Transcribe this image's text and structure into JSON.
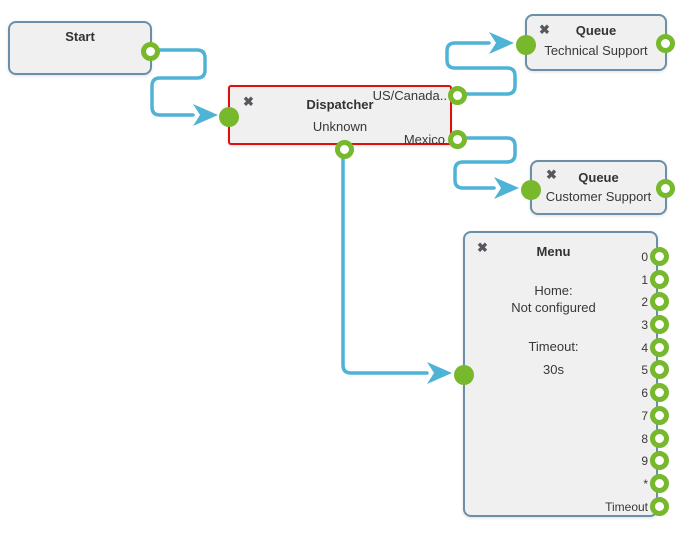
{
  "editor": {
    "kind": "call-flow-canvas"
  },
  "colors": {
    "port_green": "#77b82d",
    "connector_blue": "#4fb3d6",
    "node_border": "#6b8fa7",
    "node_fill": "#f0f0f0",
    "selected_border": "#dd1010"
  },
  "nodes": {
    "start": {
      "title": "Start"
    },
    "dispatcher": {
      "title": "Dispatcher",
      "subtitle": "Unknown",
      "delete_icon": "✖",
      "selected": true,
      "output_labels": {
        "us_canada": "US/Canada..",
        "mexico": "Mexico"
      }
    },
    "queue_technical": {
      "title": "Queue",
      "subtitle": "Technical Support",
      "delete_icon": "✖"
    },
    "queue_customer": {
      "title": "Queue",
      "subtitle": "Customer Support",
      "delete_icon": "✖"
    },
    "menu": {
      "title": "Menu",
      "delete_icon": "✖",
      "home_label": "Home:",
      "home_value": "Not configured",
      "timeout_label": "Timeout:",
      "timeout_value": "30s",
      "ports": [
        "0",
        "1",
        "2",
        "3",
        "4",
        "5",
        "6",
        "7",
        "8",
        "9",
        "*",
        "Timeout"
      ]
    }
  },
  "connections": [
    {
      "from": "Start",
      "to": "Dispatcher"
    },
    {
      "from": "Dispatcher / US/Canada",
      "to": "Queue Technical Support"
    },
    {
      "from": "Dispatcher / Mexico",
      "to": "Queue Customer Support"
    },
    {
      "from": "Dispatcher",
      "to": "Menu"
    }
  ]
}
